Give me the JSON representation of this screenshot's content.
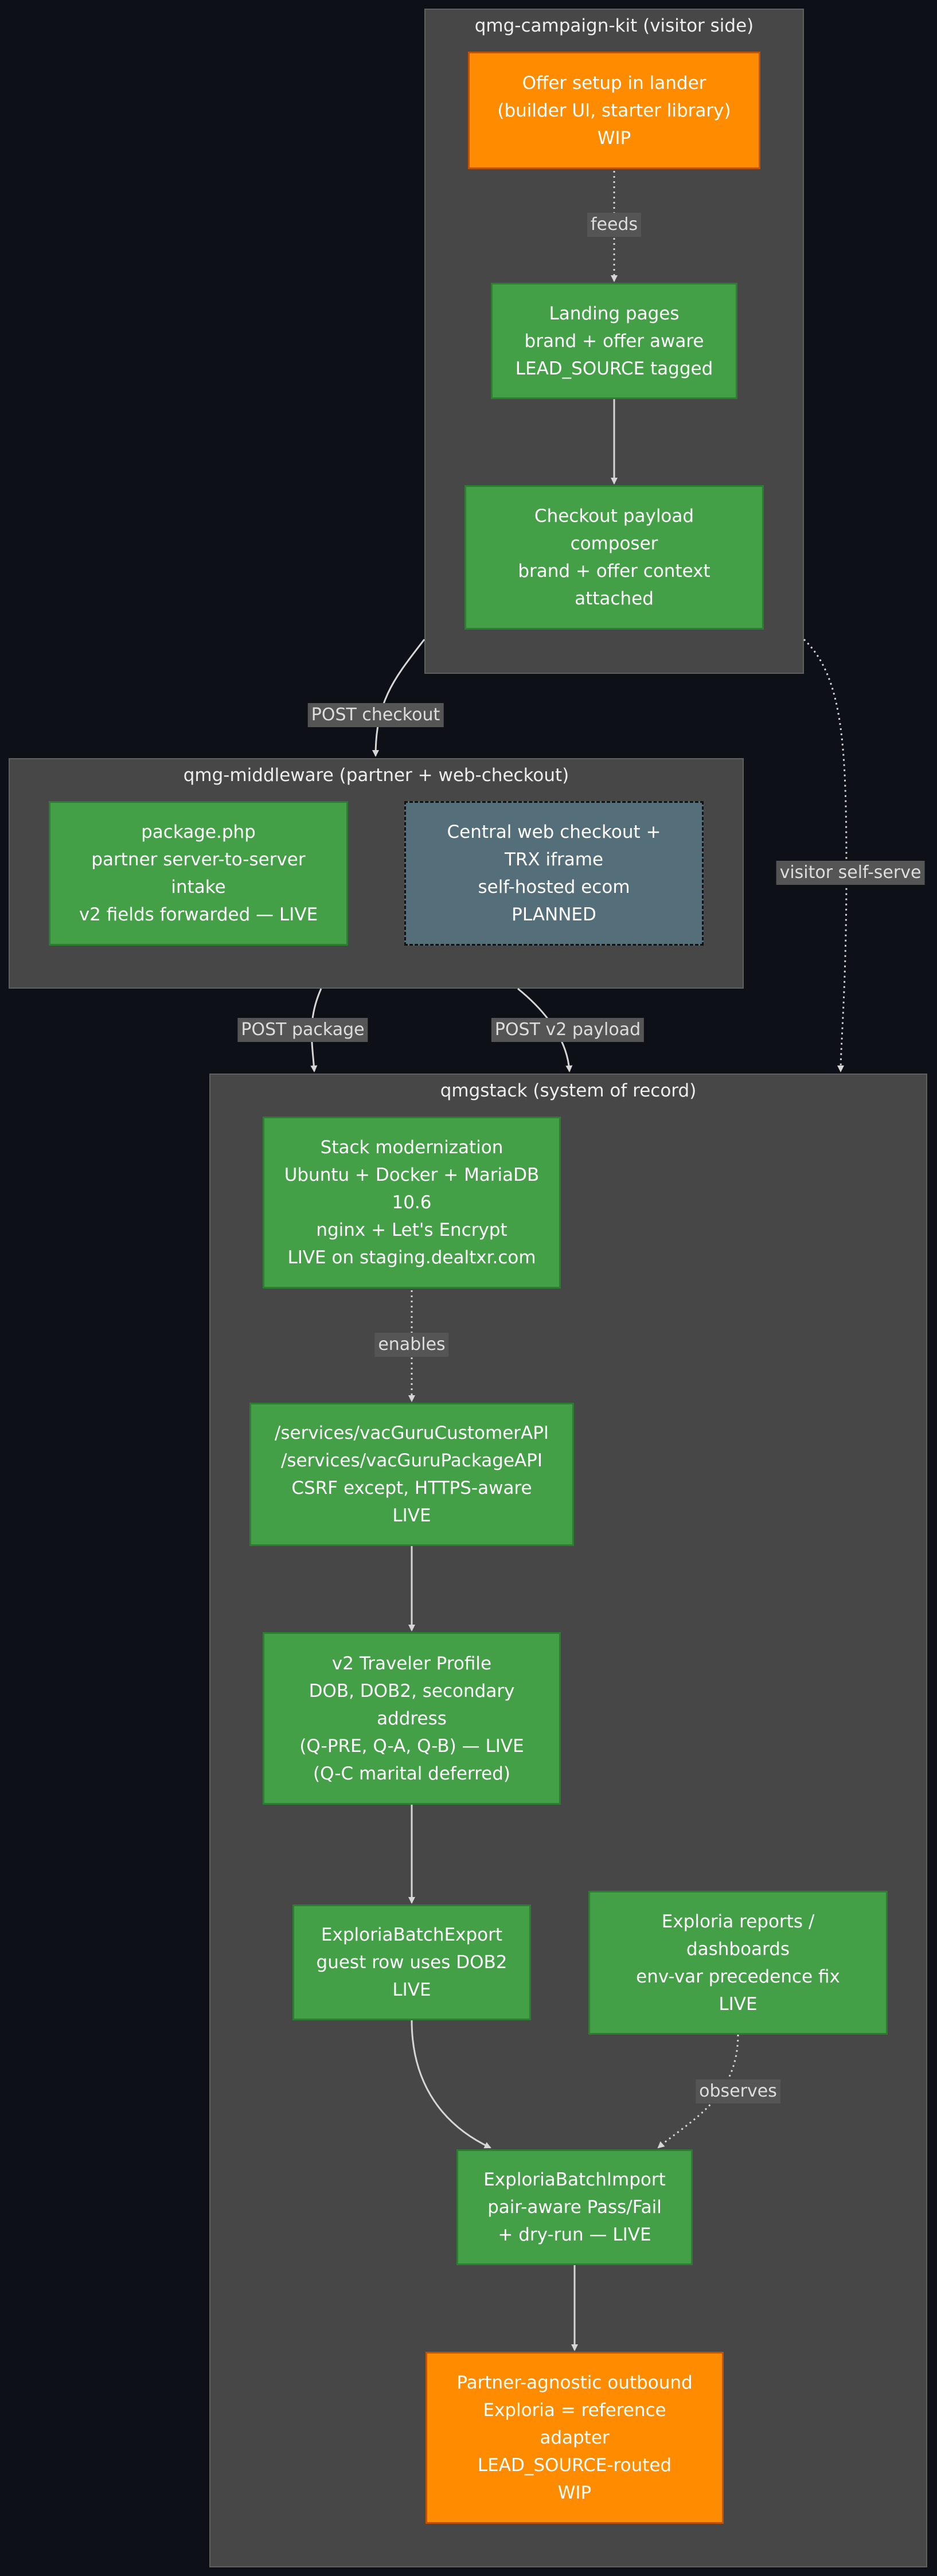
{
  "clusters": {
    "campaign_kit": {
      "title": "qmg-campaign-kit (visitor side)"
    },
    "middleware": {
      "title": "qmg-middleware (partner + web-checkout)"
    },
    "qmgstack": {
      "title": "qmgstack (system of record)"
    }
  },
  "nodes": {
    "offer_setup": {
      "lines": [
        "Offer setup in lander",
        "(builder UI, starter library)",
        "WIP"
      ],
      "status": "WIP"
    },
    "landing_pages": {
      "lines": [
        "Landing pages",
        "brand + offer aware",
        "LEAD_SOURCE tagged"
      ],
      "status": "LIVE"
    },
    "checkout_payload": {
      "lines": [
        "Checkout payload",
        "composer",
        "brand + offer context",
        "attached"
      ],
      "status": "LIVE"
    },
    "package_php": {
      "lines": [
        "package.php",
        "partner server-to-server",
        "intake",
        "v2 fields forwarded — LIVE"
      ],
      "status": "LIVE"
    },
    "central_checkout": {
      "lines": [
        "Central web checkout +",
        "TRX iframe",
        "self-hosted ecom",
        "PLANNED"
      ],
      "status": "PLANNED"
    },
    "stack_modernization": {
      "lines": [
        "Stack modernization",
        "Ubuntu + Docker + MariaDB",
        "10.6",
        "nginx + Let's Encrypt",
        "LIVE on staging.dealtxr.com"
      ],
      "status": "LIVE"
    },
    "services_api": {
      "lines": [
        "/services/vacGuruCustomerAPI",
        "/services/vacGuruPackageAPI",
        "CSRF except, HTTPS-aware",
        "LIVE"
      ],
      "status": "LIVE"
    },
    "traveler_profile": {
      "lines": [
        "v2 Traveler Profile",
        "DOB, DOB2, secondary",
        "address",
        "(Q-PRE, Q-A, Q-B) — LIVE",
        "(Q-C marital deferred)"
      ],
      "status": "LIVE"
    },
    "batch_export": {
      "lines": [
        "ExploriaBatchExport",
        "guest row uses DOB2",
        "LIVE"
      ],
      "status": "LIVE"
    },
    "reports": {
      "lines": [
        "Exploria reports /",
        "dashboards",
        "env-var precedence fix",
        "LIVE"
      ],
      "status": "LIVE"
    },
    "batch_import": {
      "lines": [
        "ExploriaBatchImport",
        "pair-aware Pass/Fail",
        "+ dry-run — LIVE"
      ],
      "status": "LIVE"
    },
    "outbound": {
      "lines": [
        "Partner-agnostic outbound",
        "Exploria = reference",
        "adapter",
        "LEAD_SOURCE-routed",
        "WIP"
      ],
      "status": "WIP"
    }
  },
  "edges": {
    "feeds": "feeds",
    "post_checkout": "POST checkout",
    "visitor_self_serve": "visitor self-serve",
    "post_package": "POST package",
    "post_v2_payload": "POST v2 payload",
    "enables": "enables",
    "observes": "observes"
  },
  "colors": {
    "background": "#0d1017",
    "cluster_fill": "#474747",
    "live_fill": "#43a047",
    "wip_fill": "#ff8c00",
    "planned_fill": "#546e7a",
    "edge_stroke": "#d6d6d6"
  }
}
